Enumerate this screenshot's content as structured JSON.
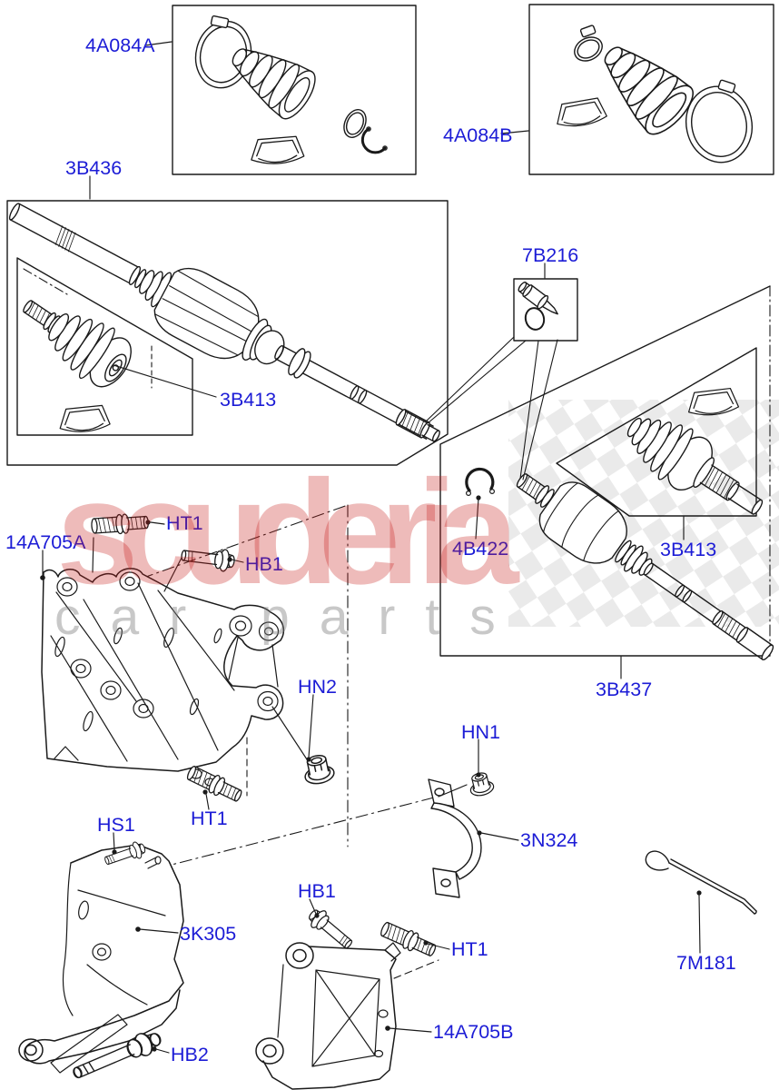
{
  "watermark": {
    "brand": "scuderia",
    "tagline": "car parts"
  },
  "colors": {
    "label": "#1c1cd6",
    "line": "#1a1a1a",
    "watermark_brand": "rgba(200,30,25,0.30)",
    "watermark_tagline": "rgba(125,125,125,0.42)",
    "checker": "#d9d9d9"
  },
  "callouts": {
    "boot_kit_outer": "4A084A",
    "boot_kit_inner": "4A084B",
    "driveshaft_front_lh": "3B436",
    "cv_joint": "3B413",
    "grease_service_kit": "7B216",
    "circlip": "4B422",
    "driveshaft_front_rh": "3B437",
    "mount_bracket_upper": "14A705A",
    "stud": "HT1",
    "bolt": "HB1",
    "flange_nut_upper": "HN2",
    "flange_nut_lower": "HN1",
    "saddle_clamp": "3N324",
    "screw": "HS1",
    "mount_bracket_side": "3K305",
    "bolt_long": "HB2",
    "mount_bracket_lower": "14A705B",
    "applicator_rod": "7M181"
  }
}
